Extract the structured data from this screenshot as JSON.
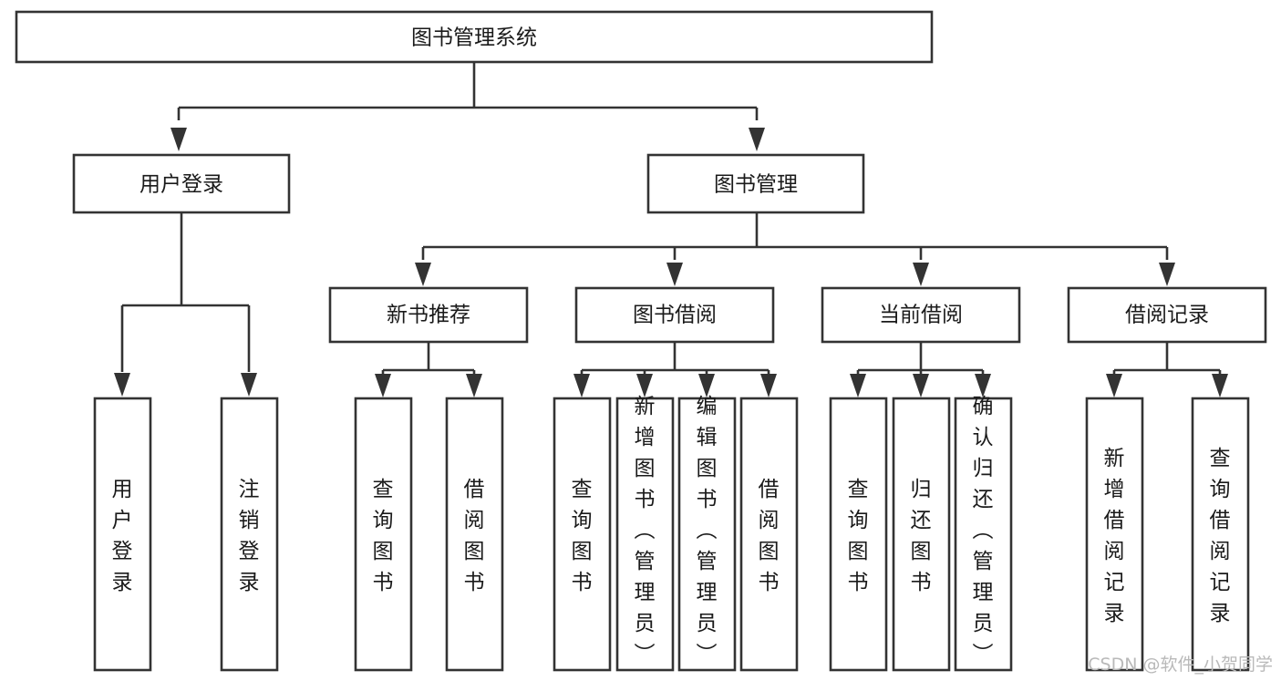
{
  "diagram": {
    "type": "tree-hierarchy-chart",
    "title": "图书管理系统",
    "background_color": "#ffffff",
    "line_color": "#333333",
    "box_fill": "#ffffff",
    "text_color": "#1a1a1a",
    "root": {
      "id": "root",
      "label": "图书管理系统"
    },
    "level1": [
      {
        "id": "user-login",
        "label": "用户登录"
      },
      {
        "id": "book-manage",
        "label": "图书管理"
      }
    ],
    "level2": [
      {
        "id": "new-book-recommend",
        "label": "新书推荐",
        "parent": "book-manage"
      },
      {
        "id": "book-borrow",
        "label": "图书借阅",
        "parent": "book-manage"
      },
      {
        "id": "current-borrow",
        "label": "当前借阅",
        "parent": "book-manage"
      },
      {
        "id": "borrow-record",
        "label": "借阅记录",
        "parent": "book-manage"
      }
    ],
    "leaves": {
      "user-login": [
        {
          "id": "leaf-user-login",
          "label": "用户登录"
        },
        {
          "id": "leaf-logout-login",
          "label": "注销登录"
        }
      ],
      "new-book-recommend": [
        {
          "id": "leaf-query-book-1",
          "label": "查询图书"
        },
        {
          "id": "leaf-borrow-book-1",
          "label": "借阅图书"
        }
      ],
      "book-borrow": [
        {
          "id": "leaf-query-book-2",
          "label": "查询图书"
        },
        {
          "id": "leaf-add-book",
          "label": "新增图书（管理员）"
        },
        {
          "id": "leaf-edit-book",
          "label": "编辑图书（管理员）"
        },
        {
          "id": "leaf-borrow-book-2",
          "label": "借阅图书"
        }
      ],
      "current-borrow": [
        {
          "id": "leaf-query-book-3",
          "label": "查询图书"
        },
        {
          "id": "leaf-return-book",
          "label": "归还图书"
        },
        {
          "id": "leaf-confirm-return",
          "label": "确认归还（管理员）"
        }
      ],
      "borrow-record": [
        {
          "id": "leaf-add-record",
          "label": "新增借阅记录"
        },
        {
          "id": "leaf-query-record",
          "label": "查询借阅记录"
        }
      ]
    }
  },
  "watermark": {
    "text": "CSDN @软件_小贺同学"
  }
}
